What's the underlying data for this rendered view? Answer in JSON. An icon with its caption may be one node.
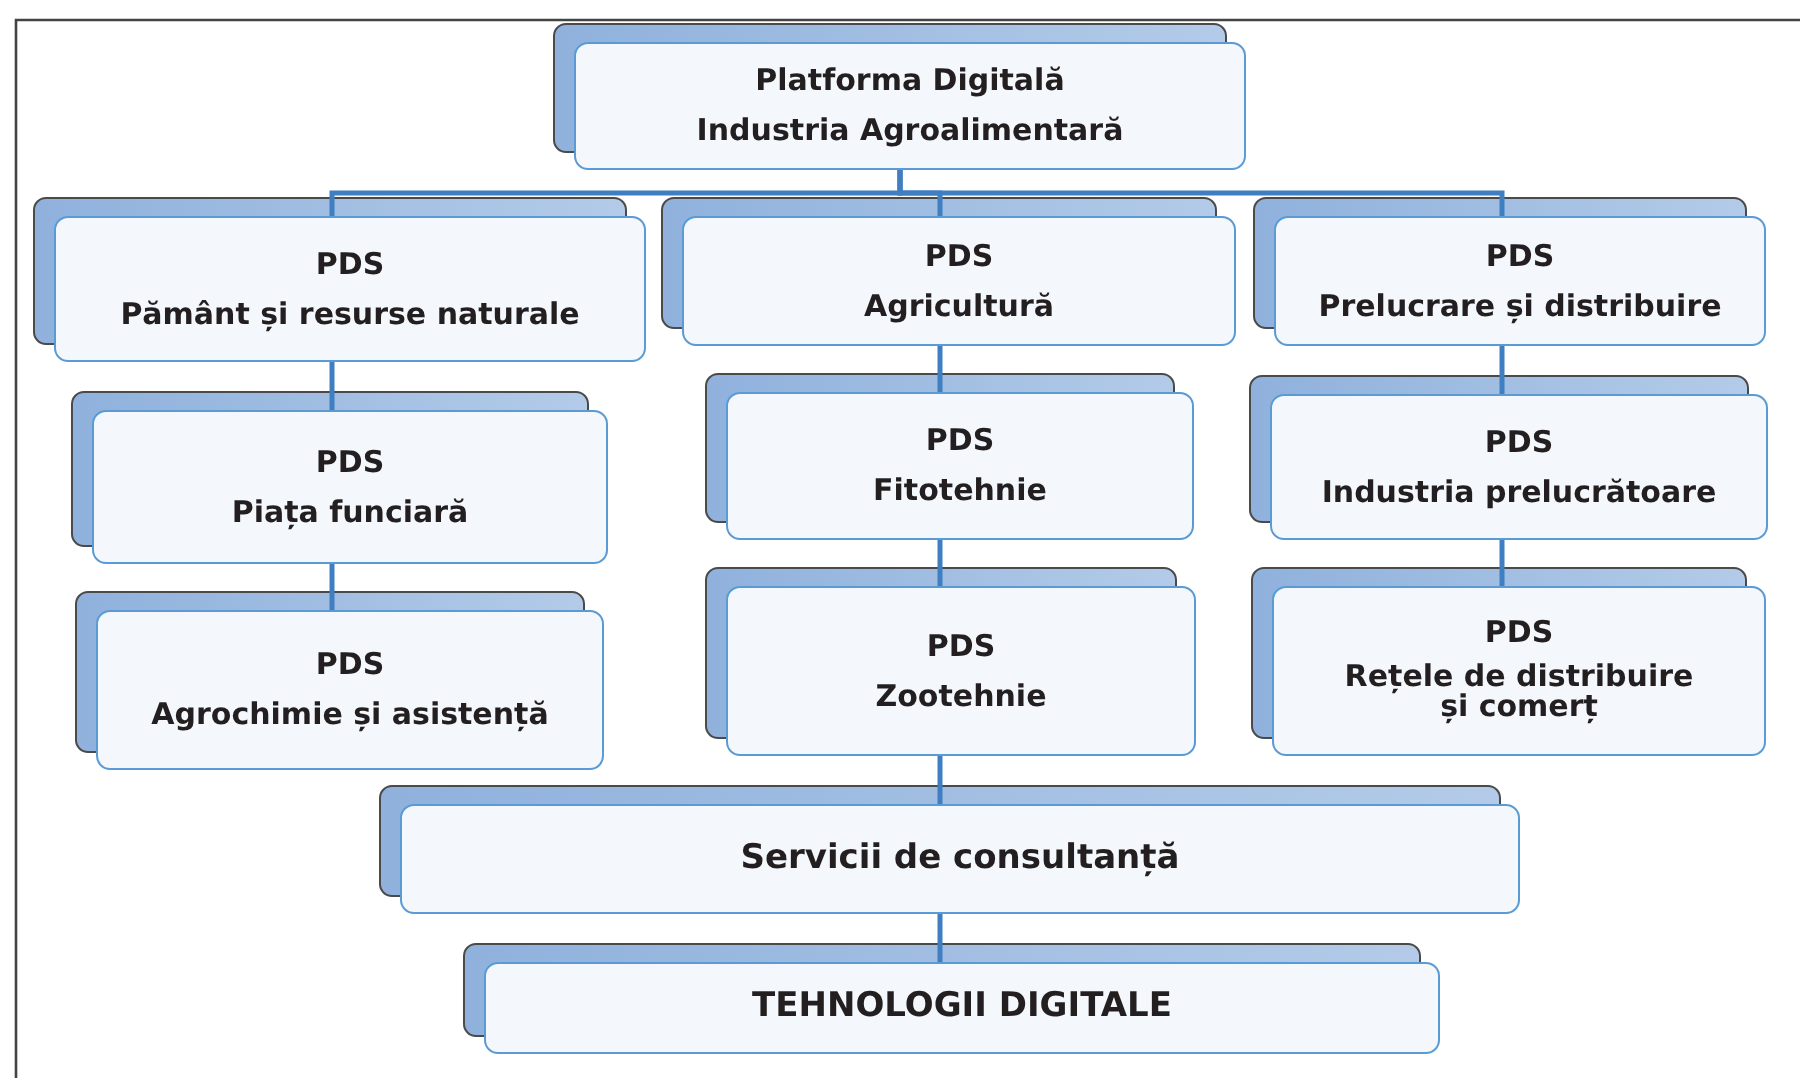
{
  "diagram": {
    "nodes": [
      {
        "text": [
          "Platforma Digitală",
          "Industria Agroalimentară"
        ]
      },
      {
        "text": [
          "PDS",
          "Pământ și resurse naturale"
        ]
      },
      {
        "text": [
          "PDS",
          "Agricultură"
        ]
      },
      {
        "text": [
          "PDS",
          "Prelucrare și distribuire"
        ]
      },
      {
        "text": [
          "PDS",
          "Piața funciară"
        ]
      },
      {
        "text": [
          "PDS",
          "Agrochimie și asistență"
        ]
      },
      {
        "text": [
          "PDS",
          "Fitotehnie"
        ]
      },
      {
        "text": [
          "PDS",
          "Zootehnie"
        ]
      },
      {
        "text": [
          "PDS",
          "Industria prelucrătoare"
        ]
      },
      {
        "text": [
          "PDS",
          "Rețele de distribuire și comerț"
        ]
      },
      {
        "text": [
          "Servicii de consultanță"
        ]
      },
      {
        "text": [
          "TEHNOLOGII  DIGITALE"
        ]
      }
    ],
    "edges": [
      {
        "from": 0,
        "to": 1,
        "arrow": "none"
      },
      {
        "from": 0,
        "to": 2,
        "arrow": "none"
      },
      {
        "from": 0,
        "to": 3,
        "arrow": "none"
      },
      {
        "from": 1,
        "to": 4,
        "arrow": "none"
      },
      {
        "from": 4,
        "to": 5,
        "arrow": "none"
      },
      {
        "from": 2,
        "to": 6,
        "arrow": "none"
      },
      {
        "from": 6,
        "to": 7,
        "arrow": "none"
      },
      {
        "from": 3,
        "to": 8,
        "arrow": "none"
      },
      {
        "from": 8,
        "to": 9,
        "arrow": "none"
      },
      {
        "from": 7,
        "to": 10,
        "arrow": "none"
      },
      {
        "from": 10,
        "to": 11,
        "arrow": "none"
      }
    ]
  }
}
